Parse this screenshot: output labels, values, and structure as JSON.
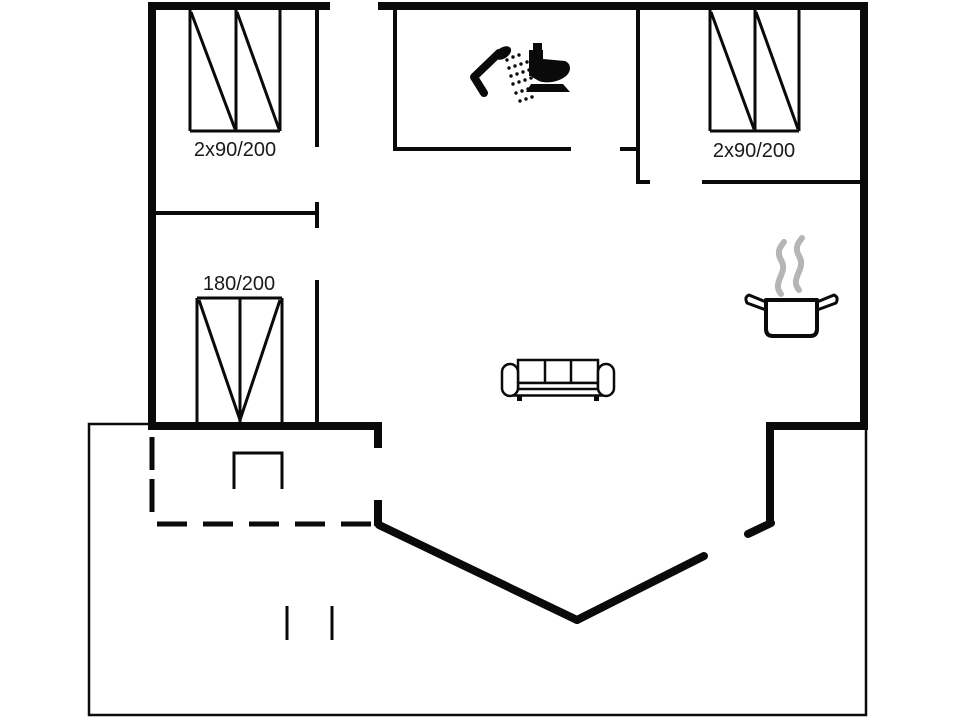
{
  "floorplan": {
    "labels": {
      "window_top_left": "2x90/200",
      "window_top_right": "2x90/200",
      "door_terrace": "180/200"
    },
    "icons": {
      "shower": "shower-icon",
      "toilet": "toilet-icon",
      "sofa": "sofa-icon",
      "cooking_pot": "cooking-pot-icon",
      "steam": "steam-icon"
    },
    "colors": {
      "background": "#ffffff",
      "line": "#0a0a0a",
      "steam": "#b5b5b5",
      "label_text": "#1a1a1a"
    }
  }
}
